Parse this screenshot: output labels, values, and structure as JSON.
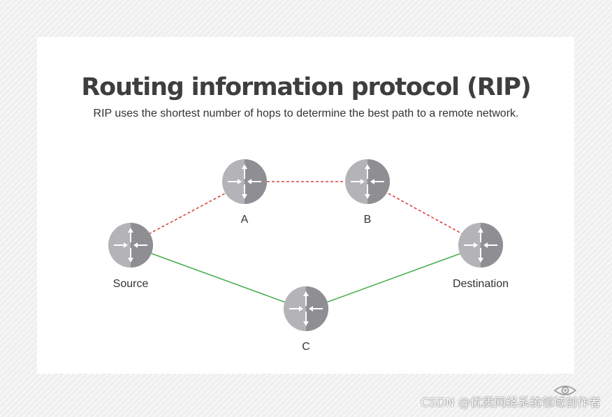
{
  "title": "Routing information protocol (RIP)",
  "subtitle": "RIP uses the shortest number of hops to determine the best path to a remote network.",
  "nodes": {
    "source": "Source",
    "a": "A",
    "b": "B",
    "destination": "Destination",
    "c": "C"
  },
  "colors": {
    "dashed_path": "#d64541",
    "solid_path": "#4caf50",
    "router_light": "#b3b3b8",
    "router_dark": "#8e8e93",
    "title_text": "#3e3e3e"
  },
  "icons": {
    "router": "router-icon"
  },
  "watermark": "CSDN @优质网络系统领域创作者"
}
